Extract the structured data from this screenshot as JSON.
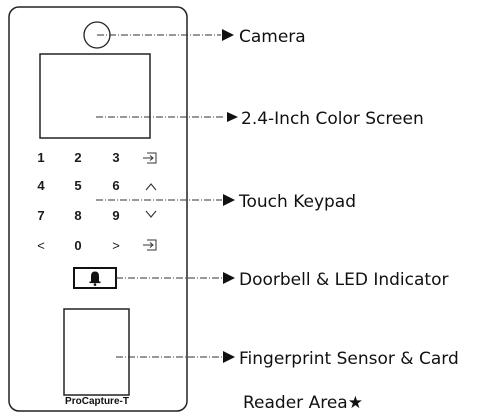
{
  "device": {
    "model_label": "ProCapture-T",
    "keypad": [
      [
        "1",
        "2",
        "3",
        "⇥"
      ],
      [
        "4",
        "5",
        "6",
        "∧"
      ],
      [
        "7",
        "8",
        "9",
        "∨"
      ],
      [
        "<",
        "0",
        ">",
        "⇥"
      ]
    ]
  },
  "callouts": {
    "camera": "Camera",
    "screen": "2.4-Inch Color Screen",
    "keypad": "Touch Keypad",
    "doorbell": "Doorbell & LED Indicator",
    "fingerprint_line1": "Fingerprint Sensor & Card",
    "fingerprint_line2": "Reader Area★"
  }
}
